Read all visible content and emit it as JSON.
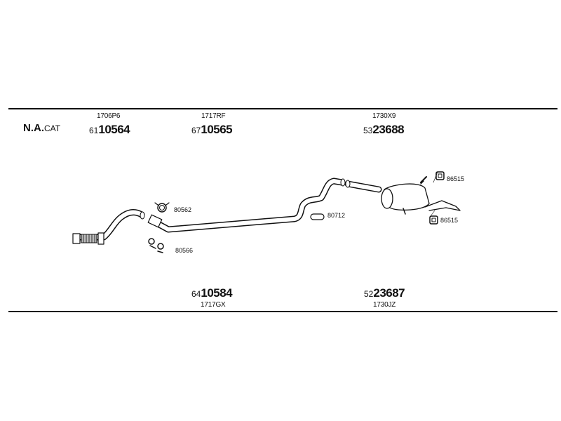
{
  "header": {
    "na_label": "N.A.",
    "cat_label": "CAT"
  },
  "top_parts": [
    {
      "ref": "1706P6",
      "prefix": "61",
      "number": "10564"
    },
    {
      "ref": "1717RF",
      "prefix": "67",
      "number": "10565"
    },
    {
      "ref": "1730X9",
      "prefix": "53",
      "number": "23688"
    }
  ],
  "bottom_parts": [
    {
      "ref": "1717GX",
      "prefix": "64",
      "number": "10584"
    },
    {
      "ref": "1730JZ",
      "prefix": "52",
      "number": "23687"
    }
  ],
  "fittings": {
    "clamp_upper": "80562",
    "clamp_lower": "80566",
    "hanger": "80712",
    "rubber_upper": "86515",
    "rubber_lower": "86515"
  }
}
